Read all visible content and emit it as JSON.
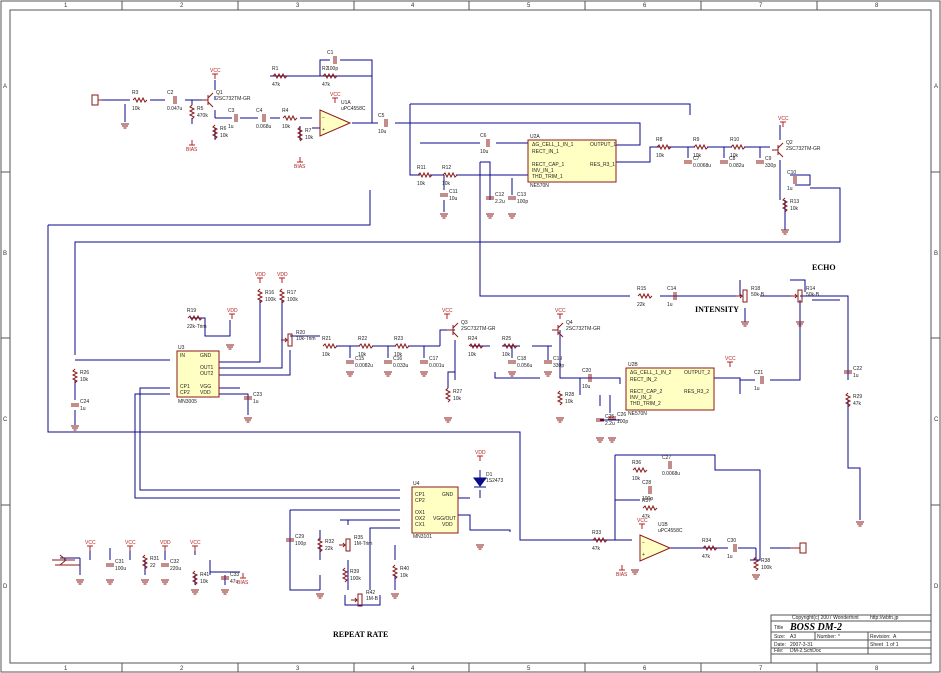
{
  "frame": {
    "cols": [
      "1",
      "2",
      "3",
      "4",
      "5",
      "6",
      "7",
      "8"
    ],
    "rows": [
      "A",
      "B",
      "C",
      "D"
    ]
  },
  "section_labels": {
    "echo": "ECHO",
    "intensity": "INTENSITY",
    "repeat_rate": "REPEAT RATE"
  },
  "title_block": {
    "copyright": "Copyright(c) 2007 Wonderhint",
    "url": "http://wbfn.jp",
    "title_label": "Title",
    "title": "BOSS DM-2",
    "size_label": "Size:",
    "size": "A3",
    "number_label": "Number:",
    "number": "*",
    "revision_label": "Revision:",
    "revision": "A",
    "date_label": "Date:",
    "date": "2007-3-31",
    "sheet_label": "Sheet",
    "sheet": "1 of 1",
    "file_label": "File:",
    "file": "DM-2.SchDoc"
  },
  "nets": {
    "vcc": "VCC",
    "vdd": "VDD",
    "bias": "BIAS"
  },
  "ics": {
    "u2a": {
      "ref": "U2A",
      "part": "NE570N",
      "pins_left": [
        "ΔG_CELL_1_IN_1",
        "RECT_IN_1",
        "RECT_CAP_1",
        "INV_IN_1",
        "THD_TRIM_1"
      ],
      "pins_right": [
        "OUTPUT_1",
        "RES_R3_1"
      ],
      "pin_nums": [
        "3",
        "2",
        "1",
        "5",
        "8",
        "7",
        "6"
      ]
    },
    "u2b": {
      "ref": "U2B",
      "part": "NE570N",
      "pins_left": [
        "ΔG_CELL_1_IN_2",
        "RECT_IN_2",
        "RECT_CAP_2",
        "INV_IN_2",
        "THD_TRIM_2"
      ],
      "pins_right": [
        "OUTPUT_2",
        "RES_R3_2"
      ],
      "pin_nums": [
        "14",
        "15",
        "16",
        "12",
        "9",
        "10",
        "11"
      ]
    },
    "u3": {
      "ref": "U3",
      "part": "MN3005",
      "pins_left": [
        "IN",
        "CP1",
        "CP2"
      ],
      "pins_right": [
        "GND",
        "OUT1",
        "OUT2",
        "VGG",
        "VDD"
      ],
      "pin_nums": [
        "3",
        "1",
        "4",
        "6",
        "7",
        "2",
        "8",
        "5"
      ]
    },
    "u4": {
      "ref": "U4",
      "part": "MN3101",
      "pins_left": [
        "CP1",
        "CP2",
        "OX1",
        "OX2",
        "CX1"
      ],
      "pins_right": [
        "GND",
        "VGG/OUT",
        "VDD"
      ],
      "pin_nums": [
        "2",
        "4",
        "3",
        "5",
        "6",
        "7",
        "8",
        "1"
      ]
    },
    "u1a": {
      "ref": "U1A",
      "part": "uPC4558C",
      "pin_nums": [
        "2",
        "3",
        "1"
      ]
    },
    "u1b": {
      "ref": "U1B",
      "part": "uPC4558C",
      "pin_nums": [
        "6",
        "5",
        "7"
      ]
    }
  },
  "components": [
    {
      "ref": "J1",
      "val": ""
    },
    {
      "ref": "R3",
      "val": "10k"
    },
    {
      "ref": "C2",
      "val": "0.047u"
    },
    {
      "ref": "Q1",
      "val": "2SC732TM-GR"
    },
    {
      "ref": "R5",
      "val": "470k"
    },
    {
      "ref": "R6",
      "val": "10k"
    },
    {
      "ref": "C3",
      "val": "1u"
    },
    {
      "ref": "C4",
      "val": "0.068u"
    },
    {
      "ref": "R4",
      "val": "10k"
    },
    {
      "ref": "R1",
      "val": "47k"
    },
    {
      "ref": "R2",
      "val": "47k"
    },
    {
      "ref": "C1",
      "val": "100p"
    },
    {
      "ref": "R7",
      "val": "10k"
    },
    {
      "ref": "C5",
      "val": "10u"
    },
    {
      "ref": "C6",
      "val": "10u"
    },
    {
      "ref": "R11",
      "val": "10k"
    },
    {
      "ref": "R12",
      "val": "10k"
    },
    {
      "ref": "C11",
      "val": "10u"
    },
    {
      "ref": "C12",
      "val": "2.2u"
    },
    {
      "ref": "C13",
      "val": "100p"
    },
    {
      "ref": "R8",
      "val": "10k"
    },
    {
      "ref": "R9",
      "val": "10k"
    },
    {
      "ref": "R10",
      "val": "10k"
    },
    {
      "ref": "C7",
      "val": "0.0068u"
    },
    {
      "ref": "C8",
      "val": "0.082u"
    },
    {
      "ref": "C9",
      "val": "330p"
    },
    {
      "ref": "Q2",
      "val": "2SC732TM-GR"
    },
    {
      "ref": "C10",
      "val": "1u"
    },
    {
      "ref": "R13",
      "val": "10k"
    },
    {
      "ref": "R15",
      "val": "22k"
    },
    {
      "ref": "C14",
      "val": "1u"
    },
    {
      "ref": "R18",
      "val": "50k-B"
    },
    {
      "ref": "R14",
      "val": "50k-B"
    },
    {
      "ref": "R19",
      "val": "22k-Trim"
    },
    {
      "ref": "R16",
      "val": "100k"
    },
    {
      "ref": "R17",
      "val": "100k"
    },
    {
      "ref": "R20",
      "val": "10k-Trim"
    },
    {
      "ref": "R21",
      "val": "10k"
    },
    {
      "ref": "R22",
      "val": "10k"
    },
    {
      "ref": "R23",
      "val": "10k"
    },
    {
      "ref": "Q3",
      "val": "2SC732TM-GR"
    },
    {
      "ref": "C15",
      "val": "0.0082u"
    },
    {
      "ref": "C16",
      "val": "0.033u"
    },
    {
      "ref": "C17",
      "val": "0.001u"
    },
    {
      "ref": "R24",
      "val": "10k"
    },
    {
      "ref": "R25",
      "val": "10k"
    },
    {
      "ref": "C18",
      "val": "0.056u"
    },
    {
      "ref": "C19",
      "val": "330p"
    },
    {
      "ref": "Q4",
      "val": "2SC732TM-GR"
    },
    {
      "ref": "R26",
      "val": "10k"
    },
    {
      "ref": "C24",
      "val": "1u"
    },
    {
      "ref": "C23",
      "val": "1u"
    },
    {
      "ref": "R27",
      "val": "10k"
    },
    {
      "ref": "R28",
      "val": "10k"
    },
    {
      "ref": "C20",
      "val": "10u"
    },
    {
      "ref": "C25",
      "val": "2.2u"
    },
    {
      "ref": "C26",
      "val": "100p"
    },
    {
      "ref": "C21",
      "val": "1u"
    },
    {
      "ref": "C22",
      "val": "1u"
    },
    {
      "ref": "R29",
      "val": "47k"
    },
    {
      "ref": "D1",
      "val": "1S2473"
    },
    {
      "ref": "R36",
      "val": "10k"
    },
    {
      "ref": "C27",
      "val": "0.0068u"
    },
    {
      "ref": "C28",
      "val": "100p"
    },
    {
      "ref": "R37",
      "val": "47k"
    },
    {
      "ref": "R33",
      "val": "47k"
    },
    {
      "ref": "R34",
      "val": "47k"
    },
    {
      "ref": "C30",
      "val": "1u"
    },
    {
      "ref": "R38",
      "val": "100k"
    },
    {
      "ref": "J3",
      "val": ""
    },
    {
      "ref": "C29",
      "val": "100p"
    },
    {
      "ref": "R32",
      "val": "22k"
    },
    {
      "ref": "R35",
      "val": "1M-Trim"
    },
    {
      "ref": "R39",
      "val": "100k"
    },
    {
      "ref": "R40",
      "val": "10k"
    },
    {
      "ref": "R42",
      "val": "1M-B"
    },
    {
      "ref": "J2",
      "val": ""
    },
    {
      "ref": "C31",
      "val": "100u"
    },
    {
      "ref": "R31",
      "val": "22"
    },
    {
      "ref": "C32",
      "val": "220u"
    },
    {
      "ref": "R41",
      "val": "10k"
    },
    {
      "ref": "C33",
      "val": "47u"
    }
  ]
}
